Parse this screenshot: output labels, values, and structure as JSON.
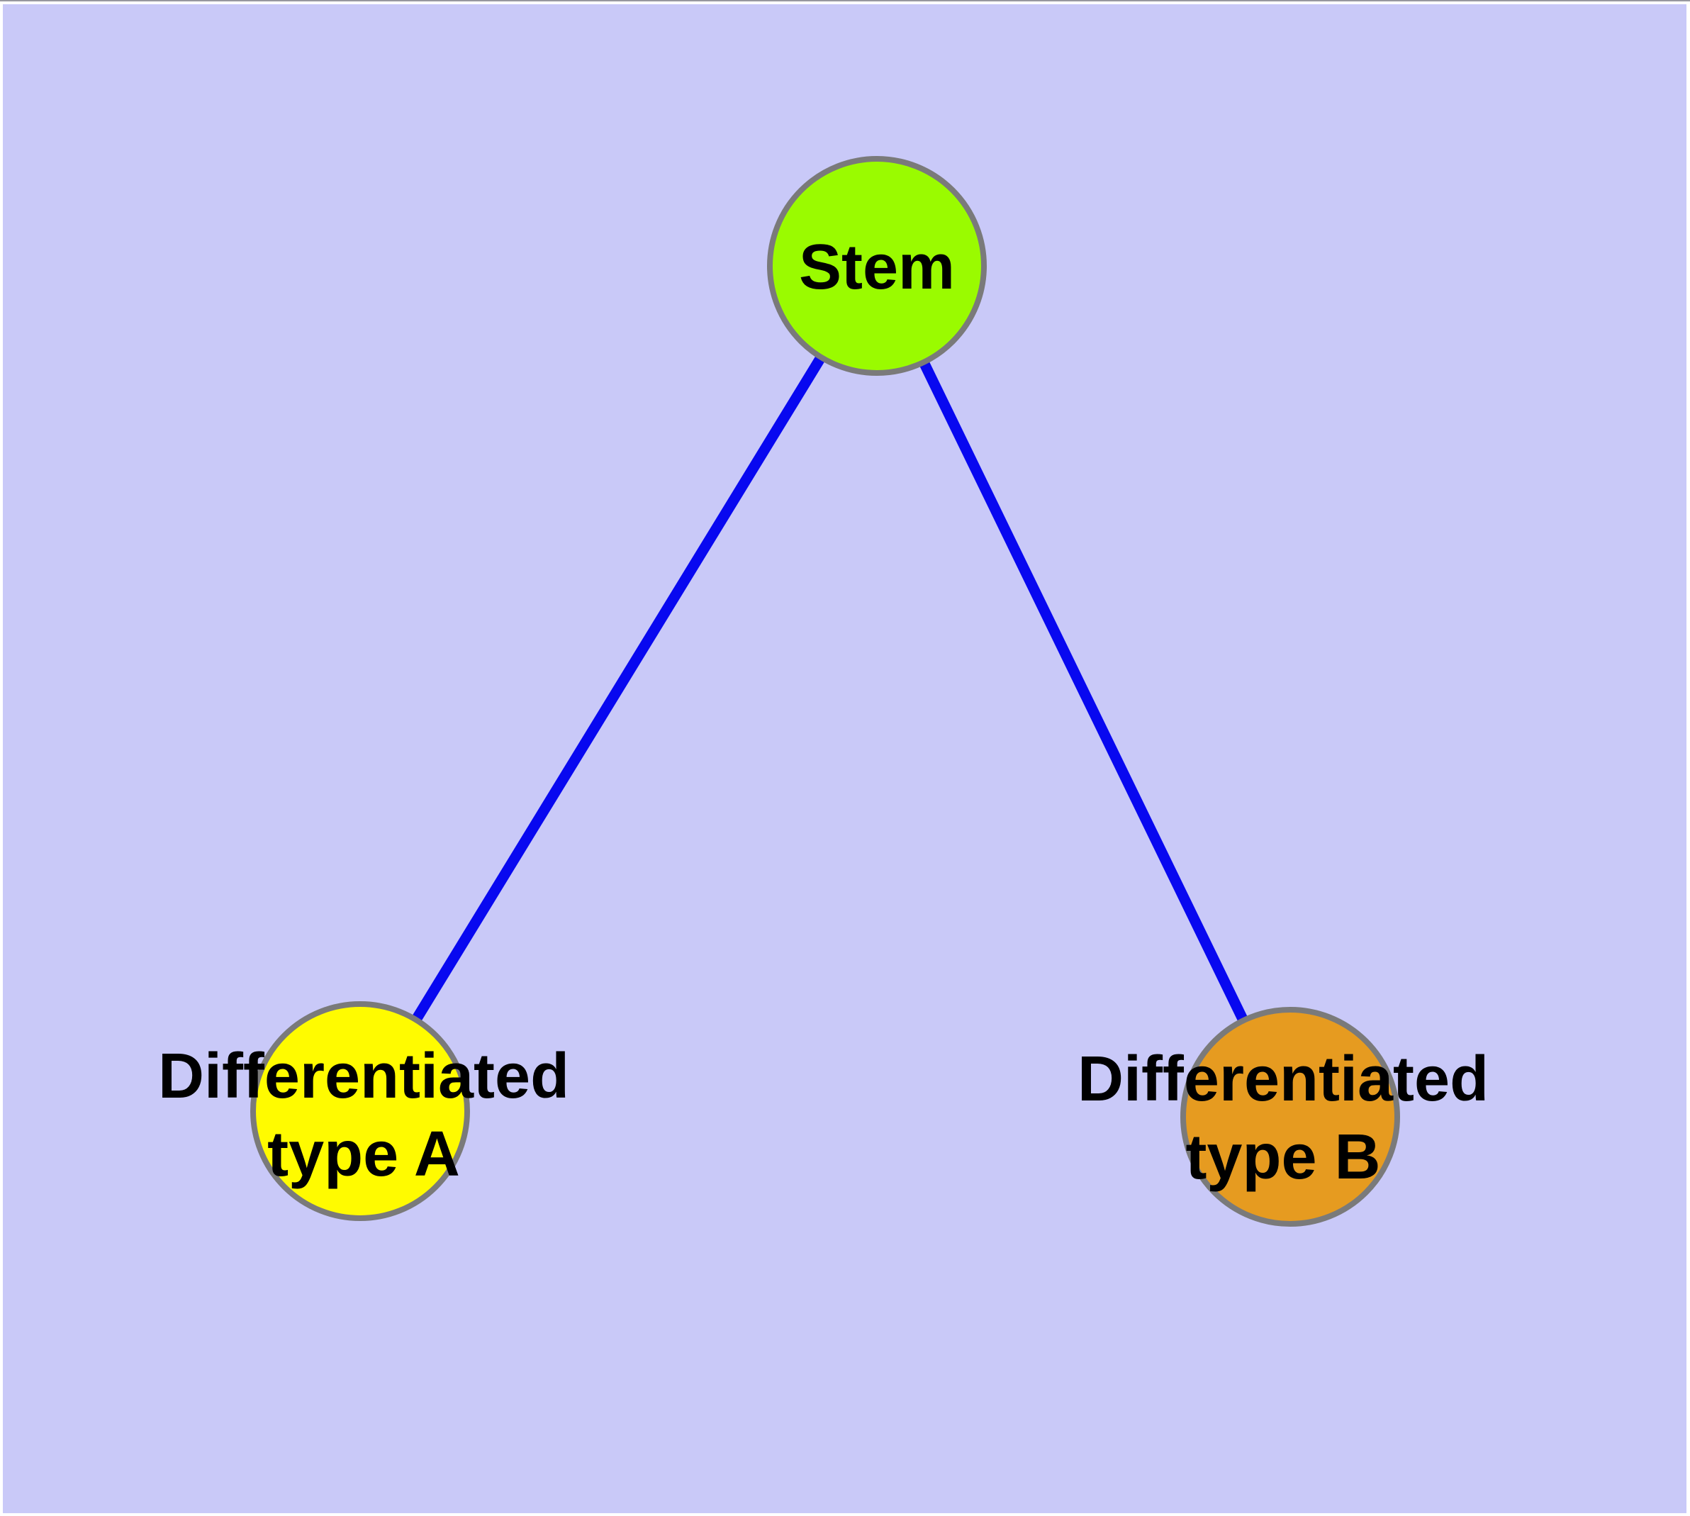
{
  "colors": {
    "background": "#c9c9f8",
    "margin_frame": "#ffffff",
    "edge": "#0808f0",
    "node_border": "#7a7a7a",
    "label_text": "#000000"
  },
  "nodes": {
    "stem": {
      "label": "Stem",
      "fill": "#9afb00"
    },
    "diff_a": {
      "label_line1": "Differentiated",
      "label_line2": "type A",
      "fill": "#fffb00"
    },
    "diff_b": {
      "label_line1": "Differentiated",
      "label_line2": "type B",
      "fill": "#e69b20"
    }
  },
  "edges": [
    {
      "from": "Stem",
      "to": "Differentiated type A"
    },
    {
      "from": "Stem",
      "to": "Differentiated type B"
    }
  ]
}
